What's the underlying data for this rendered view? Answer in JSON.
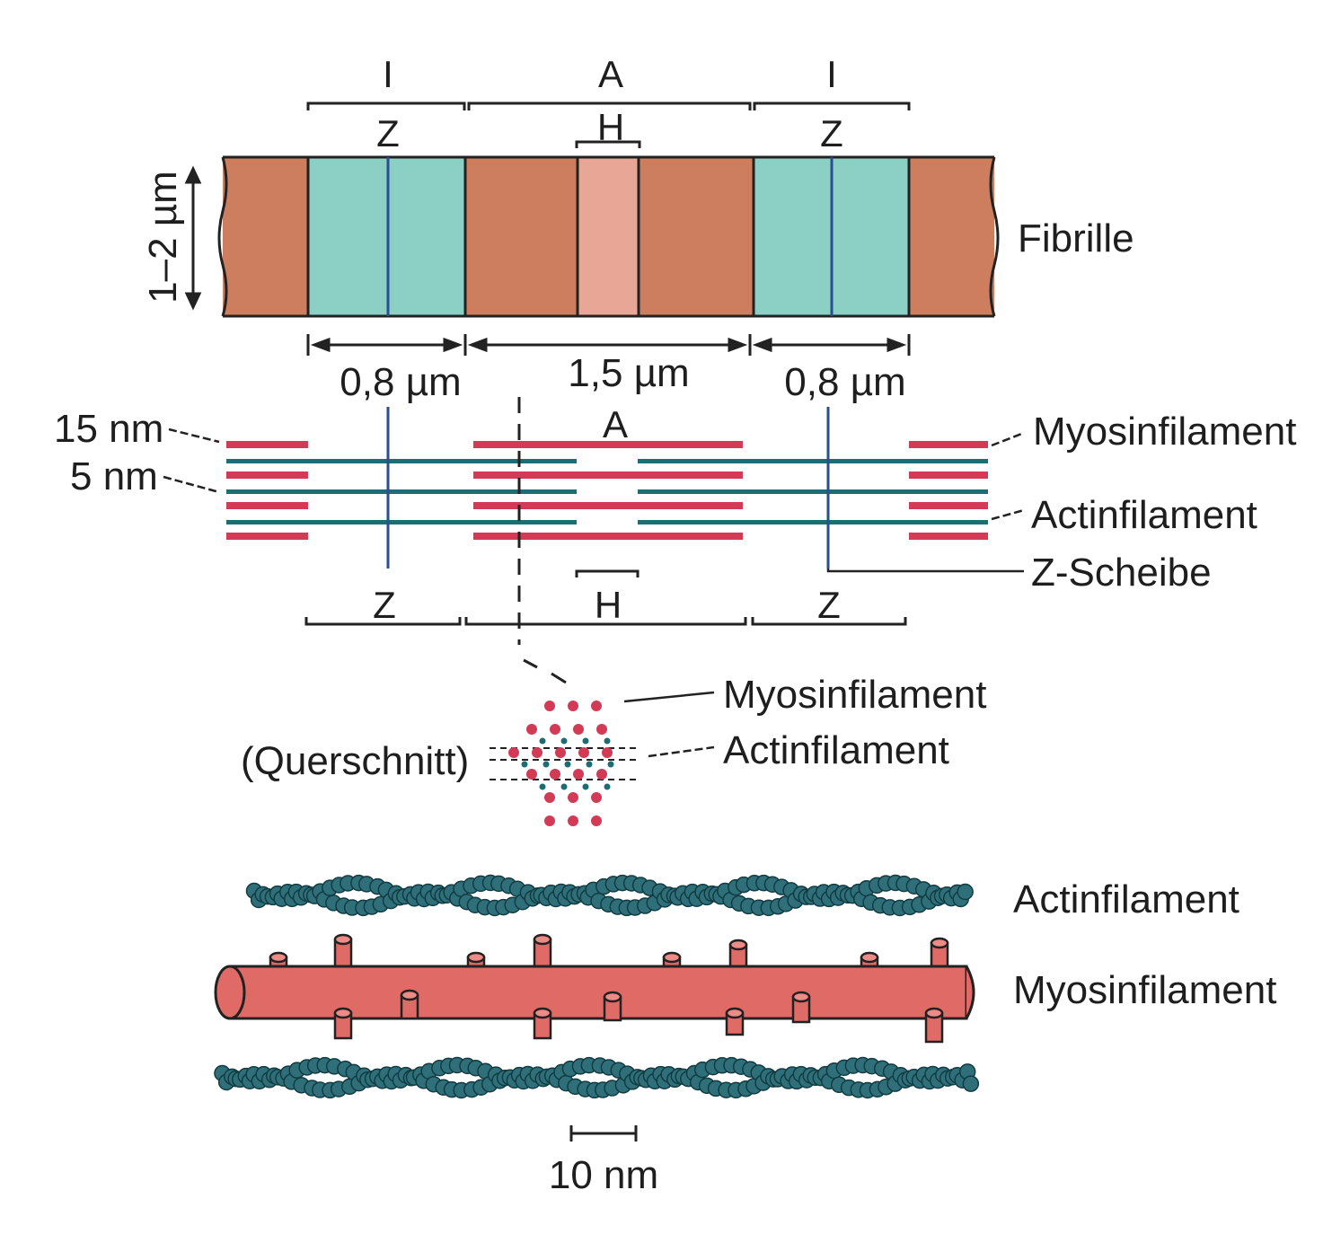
{
  "colors": {
    "a_band": "#cd7e5e",
    "i_band": "#8ccfc4",
    "h_zone": "#e8a696",
    "z_line": "#2a4f8e",
    "outline": "#222222",
    "myosin": "#d23a55",
    "actin": "#1b6e73",
    "myosin_body": "#e06a66",
    "actin_bead": "#2e6f79"
  },
  "fibril": {
    "band_labels": {
      "i_left": "I",
      "a": "A",
      "i_right": "I",
      "h": "H",
      "z_left": "Z",
      "z_right": "Z"
    },
    "height_label": "1–2 µm",
    "label": "Fibrille",
    "dim_left": "0,8 µm",
    "dim_mid": "1,5 µm",
    "dim_right": "0,8 µm"
  },
  "filaments": {
    "label_15nm": "15 nm",
    "label_5nm": "5 nm",
    "a_label": "A",
    "h_label": "H",
    "z_left": "Z",
    "z_right": "Z",
    "myosin_label": "Myosinfilament",
    "actin_label": "Actinfilament",
    "z_disc_label": "Z-Scheibe"
  },
  "cross_section": {
    "label": "(Querschnitt)",
    "myosin_label": "Myosinfilament",
    "actin_label": "Actinfilament"
  },
  "molecular": {
    "actin_label": "Actinfilament",
    "myosin_label": "Myosinfilament",
    "scale_label": "10 nm"
  }
}
